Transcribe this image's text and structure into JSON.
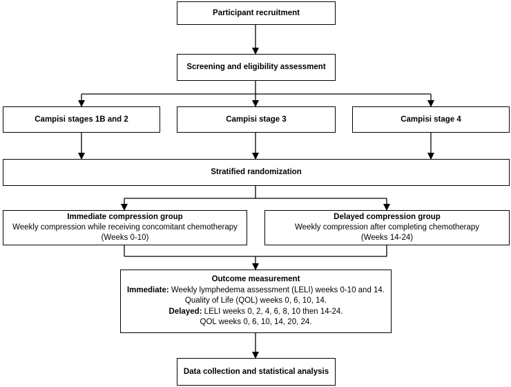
{
  "nodes": {
    "recruitment": "Participant recruitment",
    "screening": "Screening and eligibility assessment",
    "campisi_1b_2": "Campisi stages 1B and 2",
    "campisi_3": "Campisi stage 3",
    "campisi_4": "Campisi stage 4",
    "randomization": "Stratified randomization",
    "immediate": {
      "title": "Immediate compression group",
      "line1": "Weekly compression while receiving concomitant chemotherapy",
      "line2": "(Weeks 0-10)"
    },
    "delayed": {
      "title": "Delayed compression group",
      "line1": "Weekly compression after completing chemotherapy",
      "line2": "(Weeks 14-24)"
    },
    "outcome": {
      "title": "Outcome measurement",
      "immediate_label": "Immediate:",
      "immediate_text": " Weekly lymphedema assessment (LELI) weeks 0-10 and 14.",
      "immediate_qol": "Quality of Life (QOL) weeks 0, 6, 10, 14.",
      "delayed_label": "Delayed:",
      "delayed_text": " LELI weeks 0, 2, 4, 6, 8, 10 then 14-24.",
      "delayed_qol": "QOL weeks 0, 6, 10, 14, 20, 24."
    },
    "analysis": "Data collection and statistical analysis"
  }
}
